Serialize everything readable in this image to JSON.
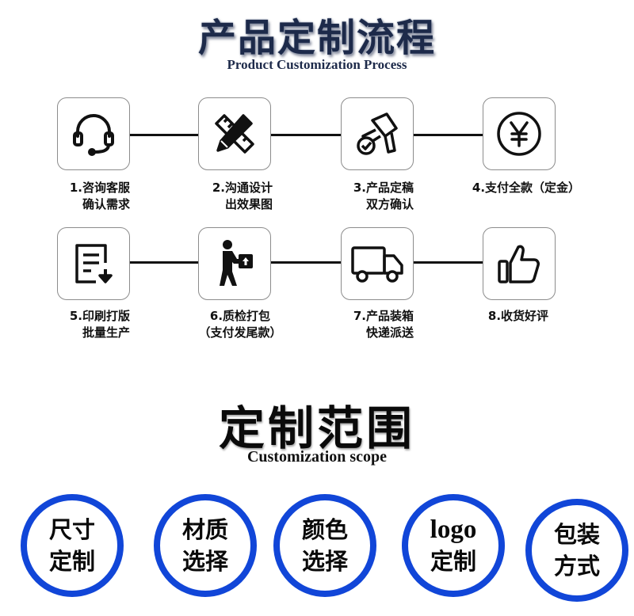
{
  "header": {
    "title": "产品定制流程",
    "subtitle": "Product Customization Process"
  },
  "steps": [
    {
      "line1": "1.咨询客服",
      "line2": "确认需求",
      "icon": "headset-icon"
    },
    {
      "line1": "2.沟通设计",
      "line2": "出效果图",
      "icon": "design-pencil-ruler-icon"
    },
    {
      "line1": "3.产品定稿",
      "line2": "双方确认",
      "icon": "stamp-check-icon"
    },
    {
      "line1": "4.支付全款（定金）",
      "line2": "",
      "icon": "yuan-coin-icon"
    },
    {
      "line1": "5.印刷打版",
      "line2": "批量生产",
      "icon": "document-download-icon"
    },
    {
      "line1": "6.质检打包",
      "line2": "（支付发尾款）",
      "icon": "worker-carrying-box-icon"
    },
    {
      "line1": "7.产品装箱",
      "line2": "快递派送",
      "icon": "delivery-truck-icon"
    },
    {
      "line1": "8.收货好评",
      "line2": "",
      "icon": "thumbs-up-icon"
    }
  ],
  "scope": {
    "title": "定制范围",
    "subtitle": "Customization scope",
    "items": [
      {
        "line1": "尺寸",
        "line2": "定制"
      },
      {
        "line1": "材质",
        "line2": "选择"
      },
      {
        "line1": "颜色",
        "line2": "选择"
      },
      {
        "line1": "logo",
        "line2": "定制"
      },
      {
        "line1": "包装",
        "line2": "方式"
      }
    ]
  },
  "colors": {
    "title": "#1d2a4a",
    "circle_border": "#1146d8",
    "box_border": "#8c8c8c"
  }
}
